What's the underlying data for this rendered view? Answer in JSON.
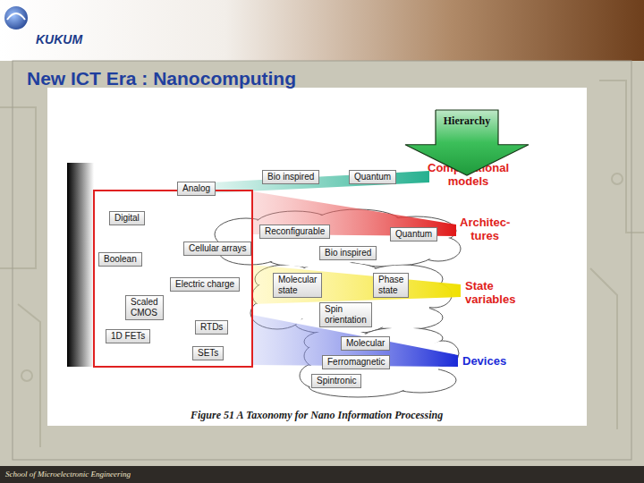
{
  "diagram": {
    "title": "New ICT Era : Nanocomputing",
    "caption": "Figure 51 A Taxonomy for Nano Information Processing",
    "nodes": [
      {
        "text": [
          "Hierarchy"
        ]
      },
      {
        "text": [
          "Bio inspired"
        ]
      },
      {
        "text": [
          "Quantum"
        ]
      },
      {
        "text": [
          "Analog"
        ]
      },
      {
        "text": [
          "Digital"
        ]
      },
      {
        "text": [
          "Reconfigurable"
        ]
      },
      {
        "text": [
          "Quantum"
        ]
      },
      {
        "text": [
          "Cellular arrays"
        ]
      },
      {
        "text": [
          "Bio inspired"
        ]
      },
      {
        "text": [
          "Boolean"
        ]
      },
      {
        "text": [
          "Electric charge"
        ]
      },
      {
        "text": [
          "Molecular state"
        ]
      },
      {
        "text": [
          "Phase state"
        ]
      },
      {
        "text": [
          "Spin orientation"
        ]
      },
      {
        "text": [
          "Scaled CMOS"
        ]
      },
      {
        "text": [
          "RTDs"
        ]
      },
      {
        "text": [
          "1D FETs"
        ]
      },
      {
        "text": [
          "SETs"
        ]
      },
      {
        "text": [
          "Molecular"
        ]
      },
      {
        "text": [
          "Ferromagnetic"
        ]
      },
      {
        "text": [
          "Spintronic"
        ]
      }
    ],
    "labels": [
      "KUKUM",
      "Computational models",
      "Architec- tures",
      "State variables",
      "Devices",
      "School of Microelectronic Engineering"
    ]
  }
}
